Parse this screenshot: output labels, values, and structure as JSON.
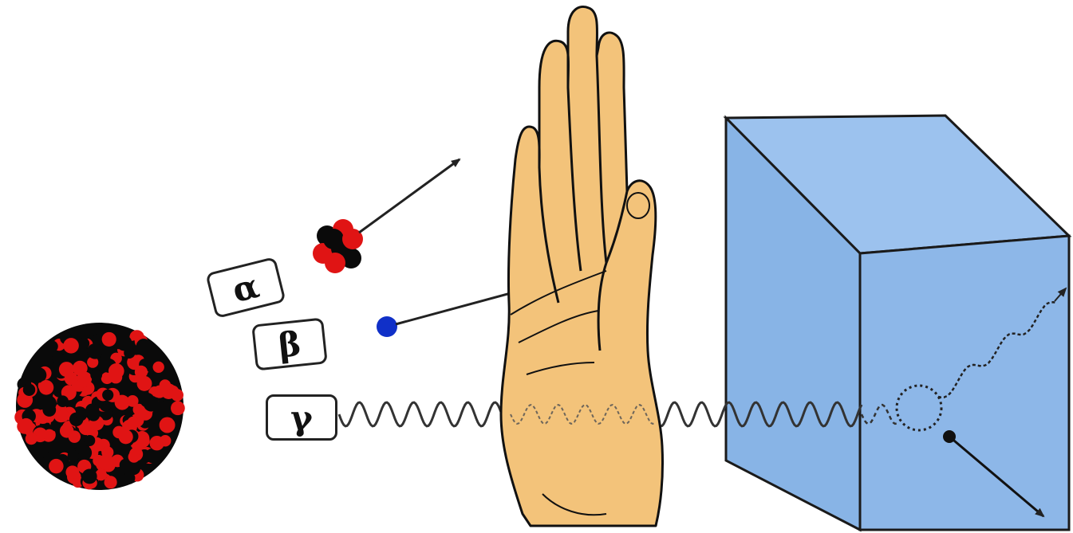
{
  "labels": {
    "alpha": "α",
    "beta": "β",
    "gamma": "γ"
  },
  "colors": {
    "nucleon_red": "#e01414",
    "nucleon_black": "#0a0a0a",
    "electron_blue": "#1030c8",
    "hand_skin": "#f3c37a",
    "block_front": "#8db7e8",
    "block_top": "#9cc2ee",
    "block_side": "#7eaadc",
    "line": "#222222"
  },
  "icons": {
    "nucleus": "atomic-nucleus-icon",
    "alpha_particle": "alpha-particle-icon",
    "beta_particle": "electron-icon",
    "hand": "hand-icon",
    "block": "lead-block-icon"
  }
}
